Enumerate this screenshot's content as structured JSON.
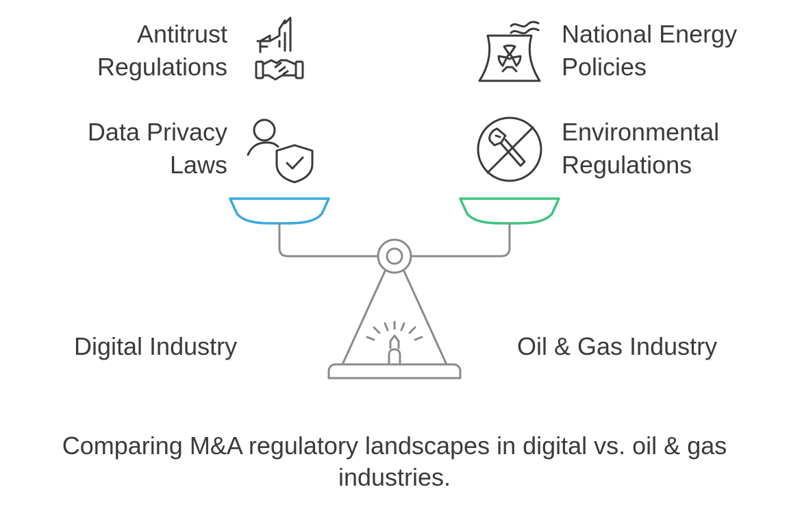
{
  "left_items": [
    {
      "line1": "Antitrust",
      "line2": "Regulations",
      "icon": "handshake-factory-icon"
    },
    {
      "line1": "Data Privacy",
      "line2": "Laws",
      "icon": "user-shield-icon"
    }
  ],
  "right_items": [
    {
      "line1": "National Energy",
      "line2": "Policies",
      "icon": "nuclear-plant-icon"
    },
    {
      "line1": "Environmental",
      "line2": "Regulations",
      "icon": "no-deforestation-icon"
    }
  ],
  "industries": {
    "left": "Digital Industry",
    "right": "Oil & Gas Industry"
  },
  "caption": {
    "line1": "Comparing M&A regulatory landscapes in digital vs. oil & gas",
    "line2": "industries."
  },
  "colors": {
    "left_pan": "#3aa9e0",
    "right_pan": "#3dc47e",
    "stroke": "#8a8a8a",
    "icon": "#3a3a3a",
    "text": "#3a3a3a"
  }
}
